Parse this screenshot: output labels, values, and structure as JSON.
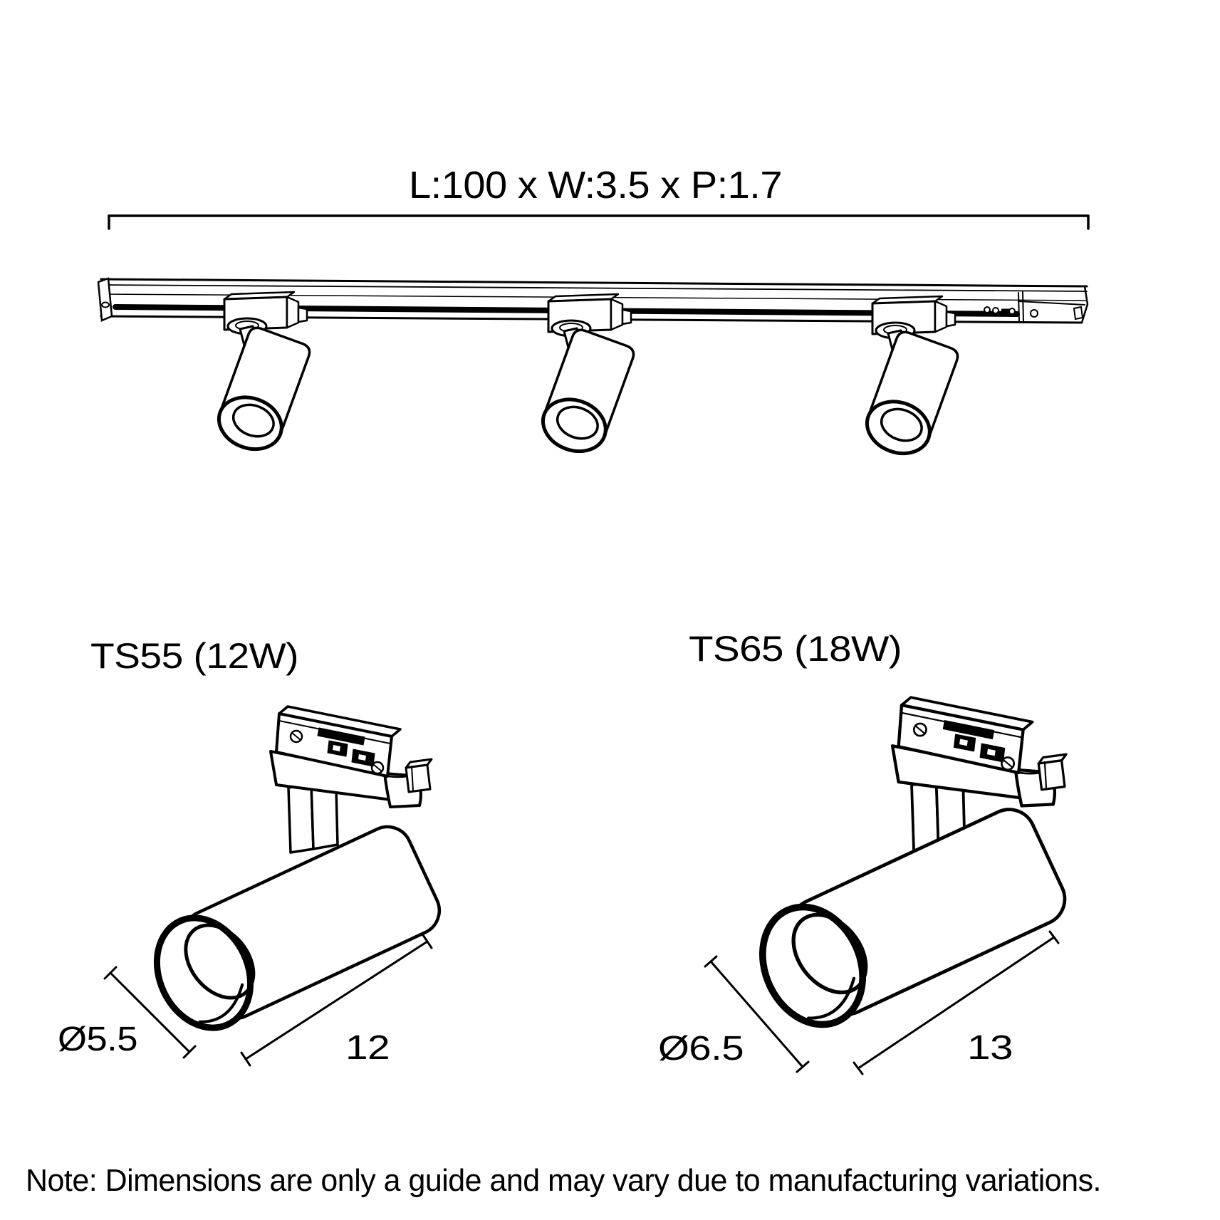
{
  "page": {
    "background": "#ffffff",
    "ink": "#000000",
    "title": "Track lighting kit dimension diagram"
  },
  "track_kit": {
    "dimension_label": "L:100 x W:3.5 x P:1.7",
    "spotlight_count": 3
  },
  "products": [
    {
      "code": "TS55",
      "label": "TS55 (12W)",
      "diameter": "Ø5.5",
      "length": "12"
    },
    {
      "code": "TS65",
      "label": "TS65 (18W)",
      "diameter": "Ø6.5",
      "length": "13"
    }
  ],
  "note": "Note: Dimensions are only a guide and may vary due to manufacturing variations."
}
